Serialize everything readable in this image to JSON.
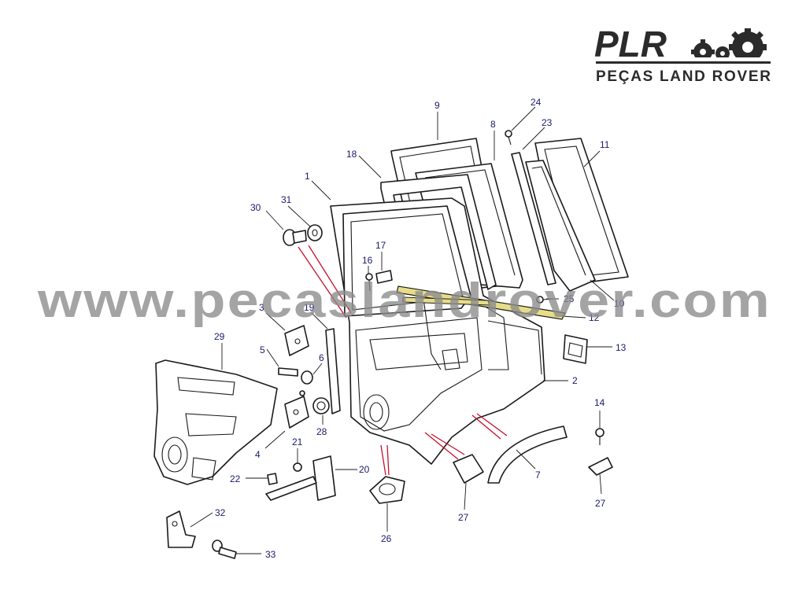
{
  "brand": {
    "name": "PLR",
    "tagline": "PEÇAS LAND ROVER",
    "color": "#2b2b2b"
  },
  "watermark": {
    "text": "www.pecaslandrover.com",
    "color": "#8a8a8a"
  },
  "highlight_color": "#e6dc8a",
  "callouts": [
    "1",
    "2",
    "3",
    "4",
    "5",
    "6",
    "7",
    "8",
    "9",
    "10",
    "11",
    "12",
    "13",
    "14",
    "16",
    "17",
    "18",
    "19",
    "20",
    "21",
    "22",
    "23",
    "24",
    "25",
    "26",
    "27",
    "27",
    "28",
    "29",
    "30",
    "31",
    "32",
    "33"
  ]
}
